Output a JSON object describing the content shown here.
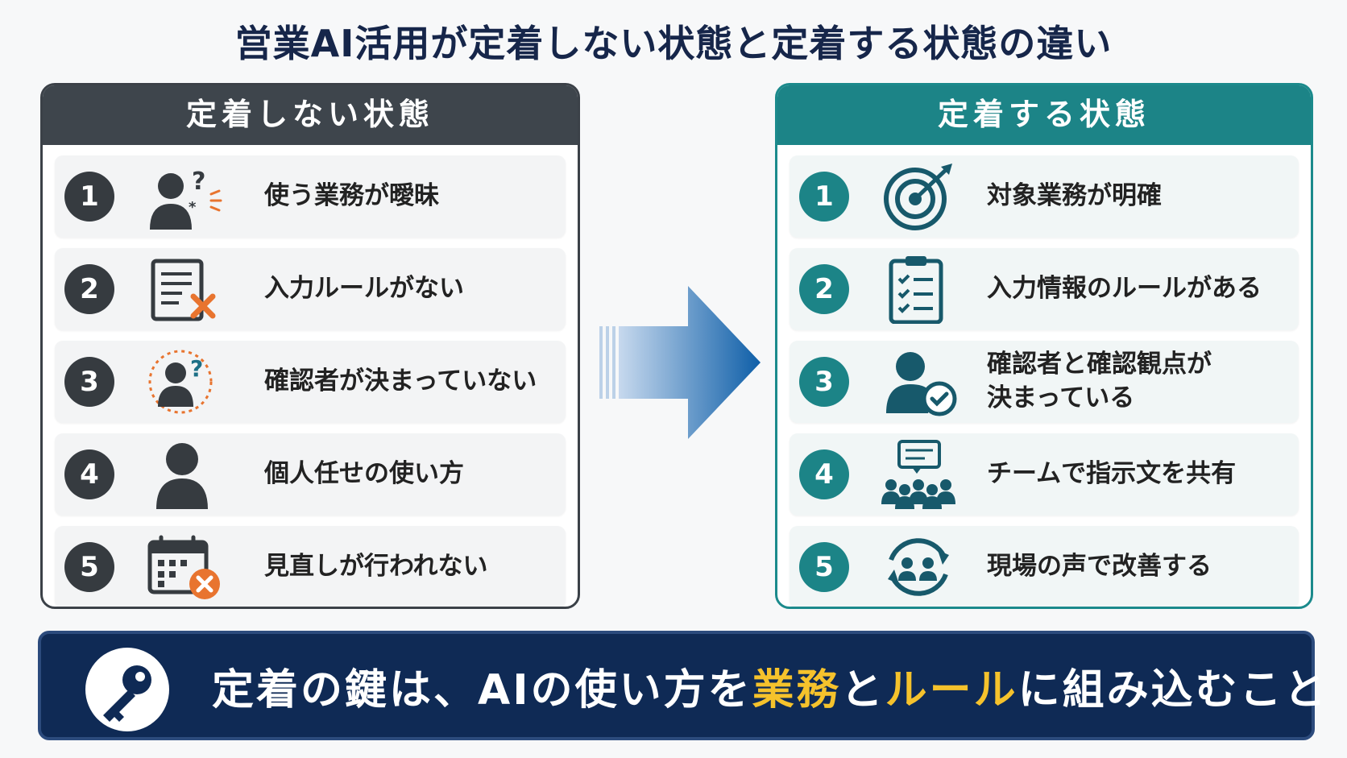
{
  "title": "営業AI活用が定着しない状態と定着する状態の違い",
  "left_panel": {
    "header": "定着しない状態",
    "items": [
      {
        "num": "1",
        "text": "使う業務が曖昧",
        "icon": "confused-person-icon"
      },
      {
        "num": "2",
        "text": "入力ルールがない",
        "icon": "document-x-icon"
      },
      {
        "num": "3",
        "text": "確認者が決まっていない",
        "icon": "unknown-reviewer-icon"
      },
      {
        "num": "4",
        "text": "個人任せの使い方",
        "icon": "single-person-icon"
      },
      {
        "num": "5",
        "text": "見直しが行われない",
        "icon": "calendar-x-icon"
      }
    ]
  },
  "right_panel": {
    "header": "定着する状態",
    "items": [
      {
        "num": "1",
        "text": "対象業務が明確",
        "icon": "target-icon"
      },
      {
        "num": "2",
        "text": "入力情報のルールがある",
        "icon": "clipboard-checklist-icon"
      },
      {
        "num": "3",
        "text": "確認者と確認観点が\n決まっている",
        "icon": "person-check-icon"
      },
      {
        "num": "4",
        "text": "チームで指示文を共有",
        "icon": "team-chat-icon"
      },
      {
        "num": "5",
        "text": "現場の声で改善する",
        "icon": "cycle-people-icon"
      }
    ]
  },
  "banner": {
    "part1": "定着の鍵は、AIの使い方を",
    "hl1": "業務",
    "part2": "と",
    "hl2": "ルール",
    "part3": "に組み込むこと",
    "icon": "key-icon"
  },
  "colors": {
    "title": "#16264a",
    "left_accent": "#3e454c",
    "right_accent": "#1c8487",
    "banner_bg": "#0f2a55",
    "highlight": "#f5c22c",
    "warning_orange": "#e8742f"
  }
}
